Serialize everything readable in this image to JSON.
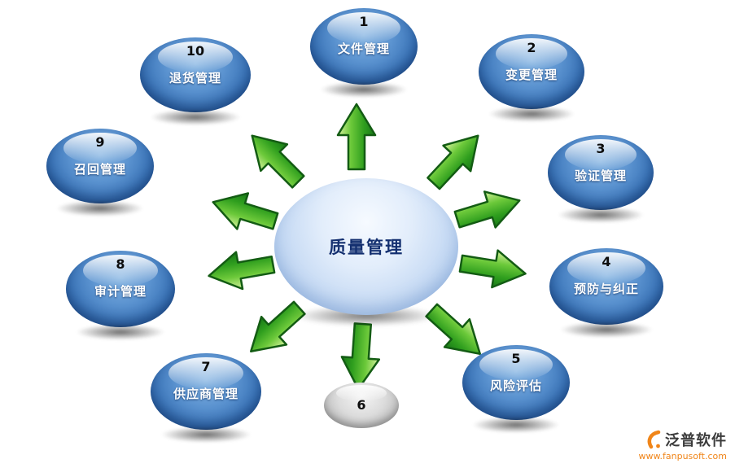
{
  "center": {
    "label": "质量管理"
  },
  "nodes": [
    {
      "num": "1",
      "label": "文件管理"
    },
    {
      "num": "2",
      "label": "变更管理"
    },
    {
      "num": "3",
      "label": "验证管理"
    },
    {
      "num": "4",
      "label": "预防与纠正"
    },
    {
      "num": "5",
      "label": "风险评估"
    },
    {
      "num": "6",
      "label": ""
    },
    {
      "num": "7",
      "label": "供应商管理"
    },
    {
      "num": "8",
      "label": "审计管理"
    },
    {
      "num": "9",
      "label": "召回管理"
    },
    {
      "num": "10",
      "label": "退货管理"
    }
  ],
  "watermark": {
    "brand": "泛普软件",
    "url": "www.fanpusoft.com"
  },
  "colors": {
    "node_blue": "#3a74b8",
    "node_rim_blue": "#1c4f94",
    "center_blue": "#c3d8f3",
    "arrow_green": "#2f9e1e",
    "gray_node": "#c9c9c9",
    "brand_orange": "#f08519"
  }
}
